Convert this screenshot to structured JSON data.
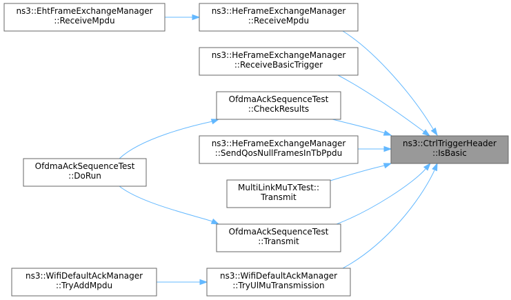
{
  "diagram": {
    "type": "call-graph",
    "colors": {
      "edge": "#63b8ff",
      "node_border": "#666666",
      "node_fill": "#ffffff",
      "root_fill": "#999999"
    },
    "nodes": [
      {
        "id": "root",
        "lines": [
          "ns3::CtrlTriggerHeader",
          "::IsBasic"
        ],
        "highlighted": true
      },
      {
        "id": "eht_receive_mpdu",
        "lines": [
          "ns3::EhtFrameExchangeManager",
          "::ReceiveMpdu"
        ]
      },
      {
        "id": "he_receive_mpdu",
        "lines": [
          "ns3::HeFrameExchangeManager",
          "::ReceiveMpdu"
        ]
      },
      {
        "id": "he_receive_basic_trigger",
        "lines": [
          "ns3::HeFrameExchangeManager",
          "::ReceiveBasicTrigger"
        ]
      },
      {
        "id": "ofdma_check_results",
        "lines": [
          "OfdmaAckSequenceTest",
          "::CheckResults"
        ]
      },
      {
        "id": "he_send_qos_null",
        "lines": [
          "ns3::HeFrameExchangeManager",
          "::SendQosNullFramesInTbPpdu"
        ]
      },
      {
        "id": "ofdma_do_run",
        "lines": [
          "OfdmaAckSequenceTest",
          "::DoRun"
        ]
      },
      {
        "id": "multilink_transmit",
        "lines": [
          "MultiLinkMuTxTest::",
          "Transmit"
        ]
      },
      {
        "id": "ofdma_transmit",
        "lines": [
          "OfdmaAckSequenceTest",
          "::Transmit"
        ]
      },
      {
        "id": "wifi_try_add_mpdu",
        "lines": [
          "ns3::WifiDefaultAckManager",
          "::TryAddMpdu"
        ]
      },
      {
        "id": "wifi_try_ul_mu",
        "lines": [
          "ns3::WifiDefaultAckManager",
          "::TryUlMuTransmission"
        ]
      }
    ],
    "edges": [
      {
        "from": "eht_receive_mpdu",
        "to": "he_receive_mpdu"
      },
      {
        "from": "he_receive_mpdu",
        "to": "root"
      },
      {
        "from": "he_receive_basic_trigger",
        "to": "root"
      },
      {
        "from": "ofdma_do_run",
        "to": "ofdma_check_results"
      },
      {
        "from": "ofdma_check_results",
        "to": "root"
      },
      {
        "from": "he_send_qos_null",
        "to": "root"
      },
      {
        "from": "multilink_transmit",
        "to": "root"
      },
      {
        "from": "ofdma_do_run",
        "to": "ofdma_transmit"
      },
      {
        "from": "ofdma_transmit",
        "to": "root"
      },
      {
        "from": "wifi_try_add_mpdu",
        "to": "wifi_try_ul_mu"
      },
      {
        "from": "wifi_try_ul_mu",
        "to": "root"
      }
    ]
  }
}
